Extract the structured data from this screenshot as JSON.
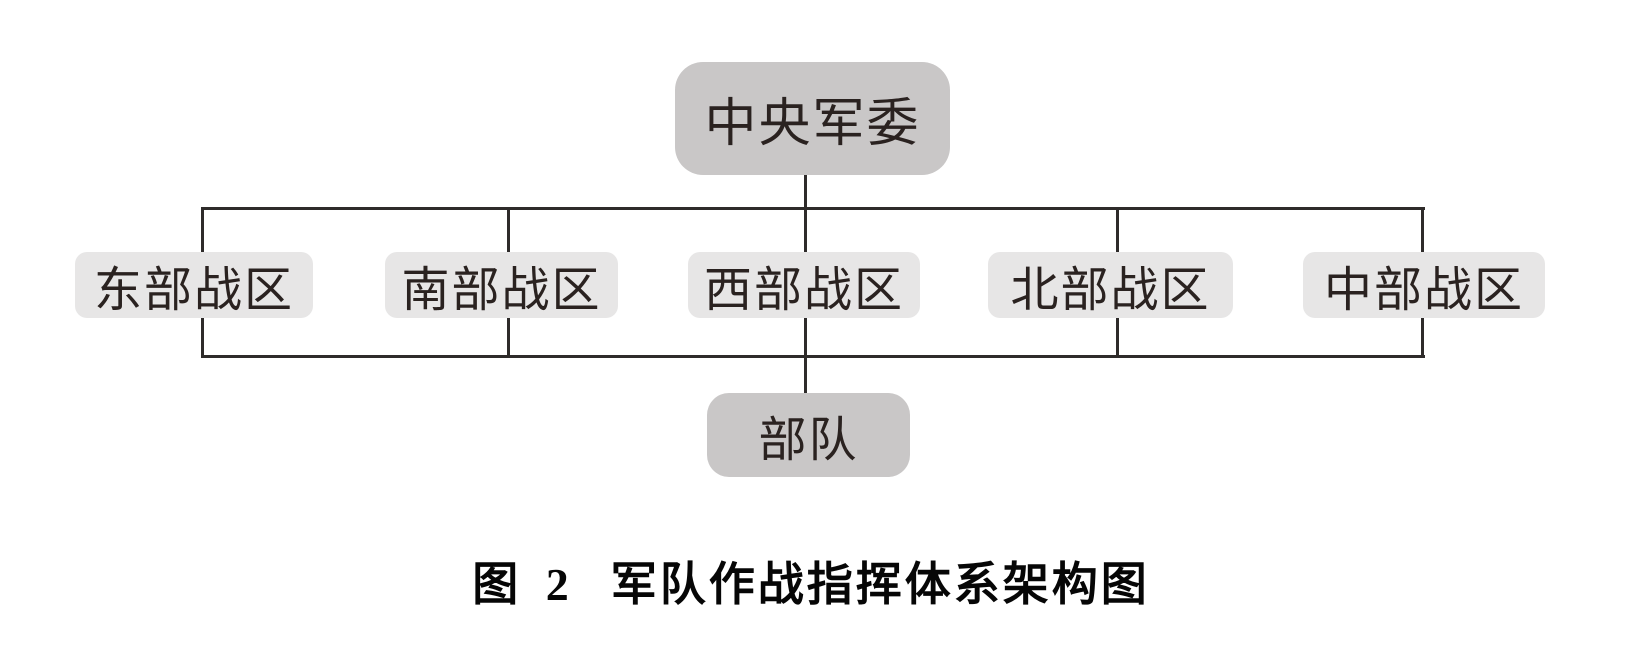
{
  "diagram": {
    "nodes": {
      "root": {
        "label": "中央军委"
      },
      "theaters": [
        {
          "label": "东部战区"
        },
        {
          "label": "南部战区"
        },
        {
          "label": "西部战区"
        },
        {
          "label": "北部战区"
        },
        {
          "label": "中部战区"
        }
      ],
      "bottom": {
        "label": "部队"
      }
    },
    "caption": {
      "figure_label": "图 2",
      "text": "军队作战指挥体系架构图"
    },
    "colors": {
      "root_fill": "#c9c7c7",
      "theater_fill": "#e7e6e6",
      "bottom_fill": "#c9c7c7",
      "line": "#2e2b2a",
      "node_text": "#2a2220",
      "caption_text": "#060606",
      "background": "#ffffff"
    }
  }
}
